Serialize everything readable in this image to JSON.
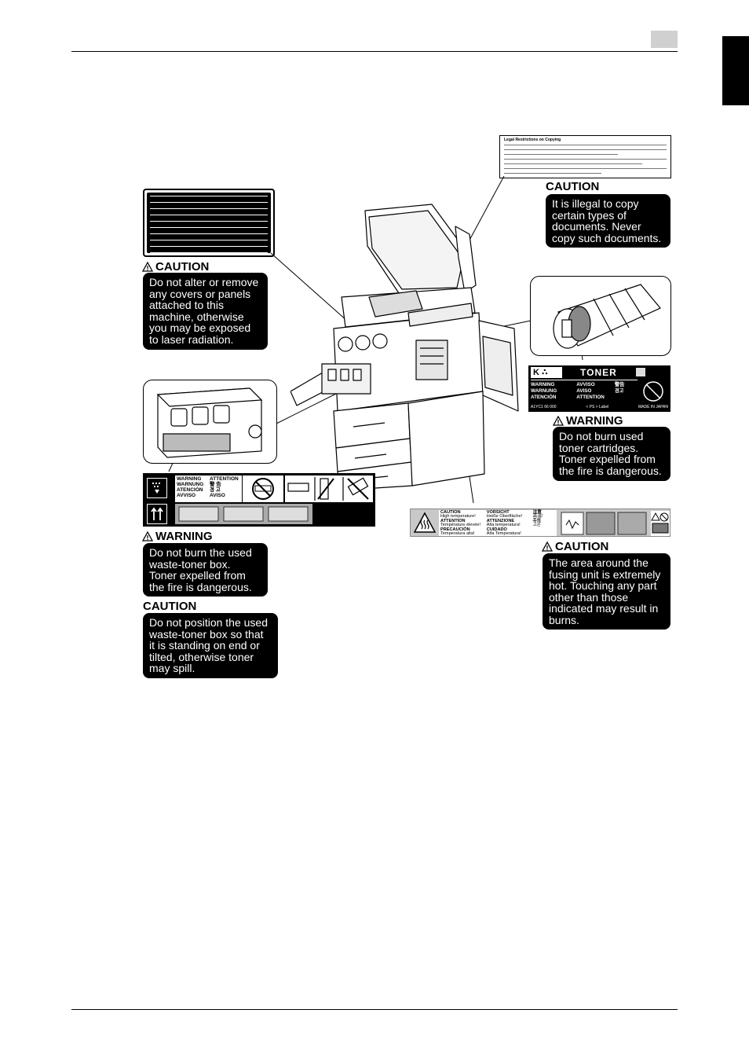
{
  "labels": {
    "copy_caution": {
      "heading": "CAUTION",
      "lines": [
        "It is illegal to copy",
        "certain types of",
        "documents. Never",
        "copy such documents."
      ],
      "sticker_title": "Legal Restrictions on Copying"
    },
    "laser_caution": {
      "heading": "CAUTION",
      "lines": [
        "Do not alter or remove",
        "any covers or panels",
        "attached to this",
        "machine, otherwise",
        "you may be exposed",
        "to laser radiation."
      ]
    },
    "toner_warning": {
      "heading": "WARNING",
      "lines": [
        "Do not burn used",
        "toner cartridges.",
        "Toner expelled from",
        "the fire is dangerous."
      ],
      "sticker": {
        "k": "K",
        "title": "TONER",
        "words": [
          "WARNING",
          "AVVISO",
          "警告",
          "WARNUNG",
          "AVISO",
          "경고",
          "ATENCIÓN",
          "ATTENTION"
        ],
        "footer_left": "A1YC1 66 000",
        "footer_mid": "< PS > Label",
        "footer_right": "MADE IN JAPAN"
      }
    },
    "waste_warning": {
      "heading": "WARNING",
      "lines": [
        "Do not burn the used",
        "waste-toner box.",
        "Toner expelled from",
        "the fire is dangerous."
      ],
      "sticker_words": [
        "WARNING",
        "ATTENTION",
        "WARNUNG",
        "警 告",
        "ATENCIÓN",
        "경 고",
        "AVVISO",
        "AVISO"
      ]
    },
    "waste_caution": {
      "heading": "CAUTION",
      "lines": [
        "Do not position the used",
        "waste-toner box so that",
        "it is standing on end or",
        "tilted, otherwise toner",
        "may spill."
      ]
    },
    "fusing_caution": {
      "heading": "CAUTION",
      "lines": [
        "The area around the",
        "fusing unit is extremely",
        "hot. Touching any part",
        "other than those",
        "indicated may result in",
        "burns."
      ],
      "sticker_rows": [
        [
          "CAUTION",
          "VORSICHT",
          "注意"
        ],
        [
          "High temperature!",
          "Heiße Oberfläche!",
          "高温!"
        ],
        [
          "ATTENTION",
          "ATTENZIONE",
          "주의"
        ],
        [
          "Température élevée!",
          "Alta temperatura!",
          "고온"
        ],
        [
          "PRECAUCIÓN",
          "CUIDADO",
          ""
        ],
        [
          "Temperatura alta!",
          "Alta Temperatura!",
          ""
        ]
      ]
    }
  }
}
